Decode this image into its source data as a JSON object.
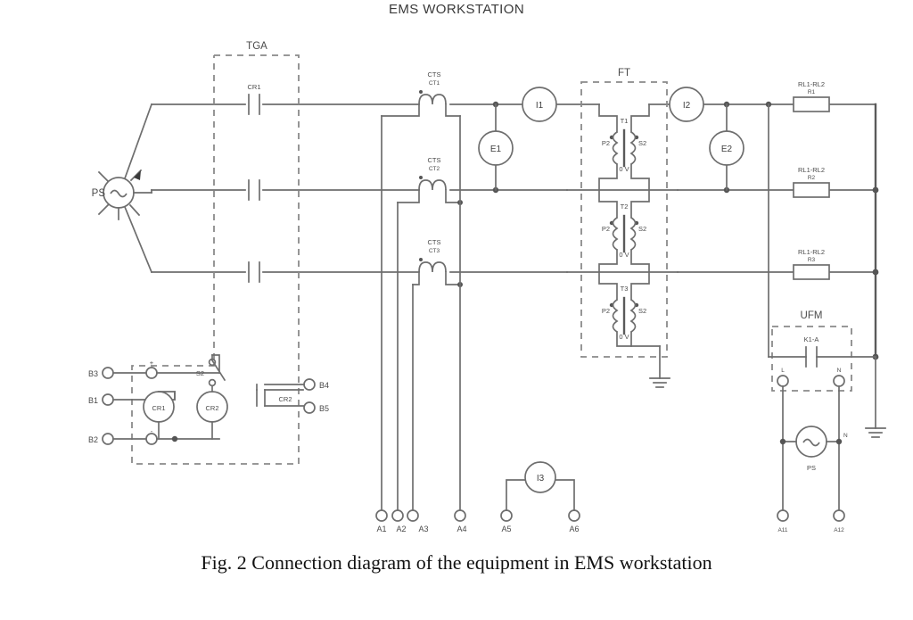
{
  "figure": {
    "title": "EMS WORKSTATION",
    "caption": "Fig. 2 Connection diagram of the equipment in EMS workstation"
  },
  "colors": {
    "wire": "#6e6e6e",
    "dashed_box": "#8a8a8a",
    "label": "#4a4a4a",
    "background": "#ffffff"
  },
  "source": {
    "label": "PS",
    "type": "ac-source-three-phase"
  },
  "groups": {
    "tga": {
      "label": "TGA"
    },
    "ft": {
      "label": "FT"
    },
    "ufm": {
      "label": "UFM"
    }
  },
  "contacts": {
    "cr1_label": "CR1",
    "cr1_lines": [
      "CR1",
      "",
      ""
    ],
    "cr2_contact_label": "CR2",
    "k1a_label": "K1-A"
  },
  "current_transformers": [
    {
      "type": "CTS",
      "id": "CT1"
    },
    {
      "type": "CTS",
      "id": "CT2"
    },
    {
      "type": "CTS",
      "id": "CT3"
    }
  ],
  "fault_transformers": [
    {
      "id": "T1",
      "primary": "P2",
      "secondary": "S2",
      "tap": "0 V"
    },
    {
      "id": "T2",
      "primary": "P2",
      "secondary": "S2",
      "tap": "0 V"
    },
    {
      "id": "T3",
      "primary": "P2",
      "secondary": "S2",
      "tap": "0 V"
    }
  ],
  "meters": [
    {
      "id": "I1",
      "kind": "ammeter"
    },
    {
      "id": "I2",
      "kind": "ammeter"
    },
    {
      "id": "E1",
      "kind": "voltmeter"
    },
    {
      "id": "E2",
      "kind": "voltmeter"
    },
    {
      "id": "I3",
      "kind": "ammeter"
    }
  ],
  "resistors": [
    {
      "label": "RL1-RL2",
      "id": "R1"
    },
    {
      "label": "RL1-RL2",
      "id": "R2"
    },
    {
      "label": "RL1-RL2",
      "id": "R3"
    }
  ],
  "relay_coils": [
    {
      "id": "CR1"
    },
    {
      "id": "CR2"
    }
  ],
  "switch": {
    "id": "S2"
  },
  "polarity": {
    "positive": "+",
    "negative": "-"
  },
  "ufm_terminals": [
    {
      "id": "L"
    },
    {
      "id": "N"
    }
  ],
  "ufm_source": {
    "label": "PS",
    "neutral": "N"
  },
  "terminals": {
    "control": [
      "B3",
      "B1",
      "B2",
      "B4",
      "B5"
    ],
    "bottom": [
      "A1",
      "A2",
      "A3",
      "A4",
      "A5",
      "A6"
    ],
    "ufm_bottom": [
      "A11",
      "A12"
    ]
  }
}
